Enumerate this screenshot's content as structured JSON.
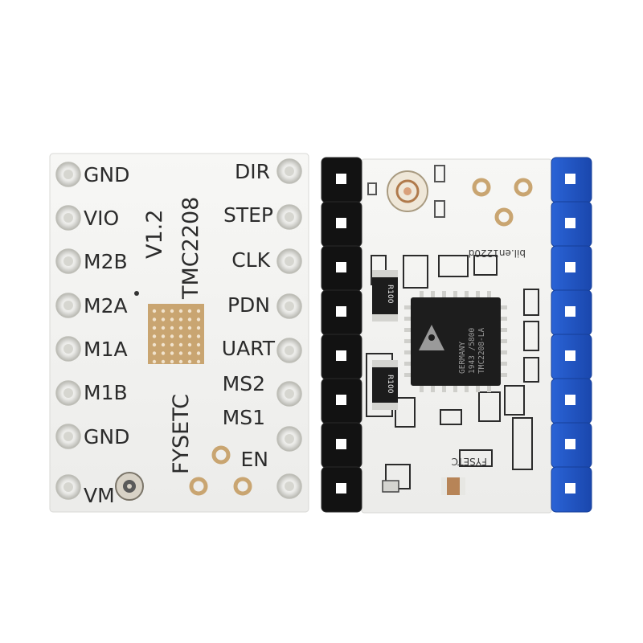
{
  "board_bottom": {
    "pins_left": [
      "GND",
      "VIO",
      "M2B",
      "M2A",
      "M1A",
      "M1B",
      "GND",
      "VM"
    ],
    "pins_right": [
      "DIR",
      "STEP",
      "CLK",
      "PDN",
      "UART",
      "MS2",
      "MS1",
      "EN"
    ],
    "version": "V1.2",
    "model": "TMC2208",
    "brand": "FYSETC"
  },
  "board_top": {
    "chip_text": [
      "TMC2208-LA",
      "1943 /5800",
      "GERMANY"
    ],
    "resistors": [
      "R100",
      "R100"
    ],
    "board_code": "bil.en1220d",
    "brand_mark": "FYSETC"
  },
  "colors": {
    "pcb": "#f4f4f2",
    "gold": "#c9a571",
    "black_header": "#121212",
    "blue_header": "#1f55c9",
    "chip": "#1d1d1d"
  }
}
